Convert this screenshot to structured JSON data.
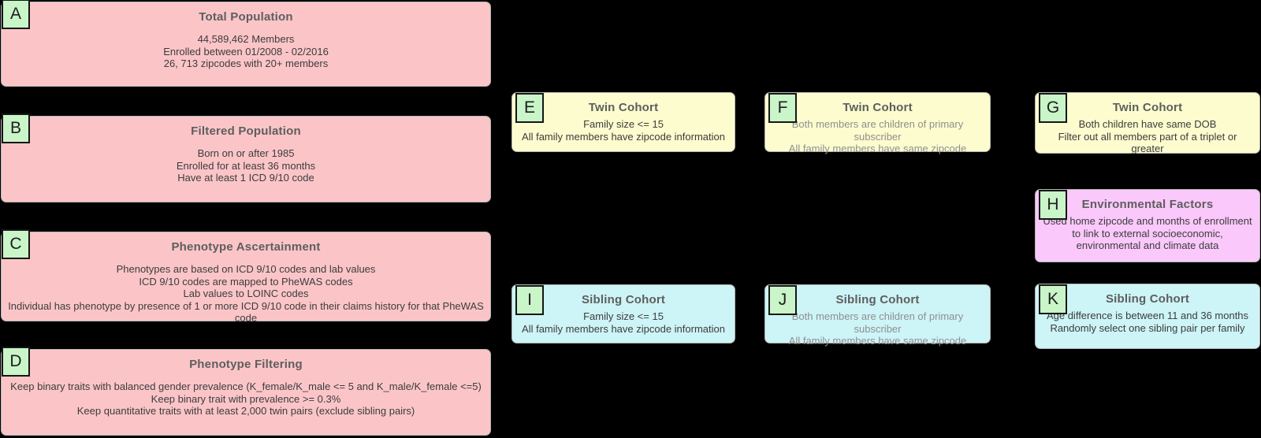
{
  "colors": {
    "background": "#000000",
    "population_box": "#fbc5c8",
    "twin_cohort_box": "#fcfcce",
    "sibling_cohort_box": "#cdf4f6",
    "environmental_box": "#fac8fa",
    "label_square": "#c9f5c9",
    "box_border": "#b5b5b5",
    "title_text": "#5e5e5e",
    "body_text": "#3c3c3c",
    "muted_body_text": "#8f8f8f"
  },
  "boxes": [
    {
      "id": "A",
      "title": "Total Population",
      "lines": [
        "44,589,462 Members",
        "Enrolled between 01/2008 - 02/2016",
        "26, 713 zipcodes with 20+ members"
      ]
    },
    {
      "id": "B",
      "title": "Filtered Population",
      "lines": [
        "Born on or after 1985",
        "Enrolled for at least 36 months",
        "Have at least 1 ICD 9/10 code"
      ]
    },
    {
      "id": "C",
      "title": "Phenotype Ascertainment",
      "lines": [
        "Phenotypes are based on ICD 9/10 codes and lab values",
        "ICD 9/10 codes are mapped to PheWAS codes",
        "Lab values to LOINC codes",
        "Individual has phenotype by presence of 1 or more ICD 9/10 code in their claims history for that PheWAS code"
      ]
    },
    {
      "id": "D",
      "title": "Phenotype Filtering",
      "lines": [
        "Keep binary traits with balanced gender prevalence (K_female/K_male <= 5 and K_male/K_female <=5)",
        "Keep binary trait with prevalence >= 0.3%",
        "Keep quantitative traits with at least 2,000 twin pairs (exclude sibling pairs)"
      ]
    },
    {
      "id": "E",
      "title": "Twin Cohort",
      "lines": [
        "Family size <= 15",
        "All family members have zipcode information"
      ]
    },
    {
      "id": "F",
      "title": "Twin Cohort",
      "lines": [
        "Both members are children of primary subscriber",
        "All family members have same zipcode"
      ]
    },
    {
      "id": "G",
      "title": "Twin Cohort",
      "lines": [
        "Both children have same DOB",
        "Filter out all members part of a triplet or greater"
      ]
    },
    {
      "id": "H",
      "title": "Environmental Factors",
      "lines": [
        "Used home zipcode and months of enrollment to link to external socioeconomic, environmental and climate data"
      ]
    },
    {
      "id": "I",
      "title": "Sibling Cohort",
      "lines": [
        "Family size <= 15",
        "All family members have zipcode information"
      ]
    },
    {
      "id": "J",
      "title": "Sibling Cohort",
      "lines": [
        "Both members are children of primary subscriber",
        "All family members have same zipcode"
      ]
    },
    {
      "id": "K",
      "title": "Sibling Cohort",
      "lines": [
        "Age difference is between 11 and 36 months",
        "Randomly select one sibling pair per family"
      ]
    }
  ]
}
